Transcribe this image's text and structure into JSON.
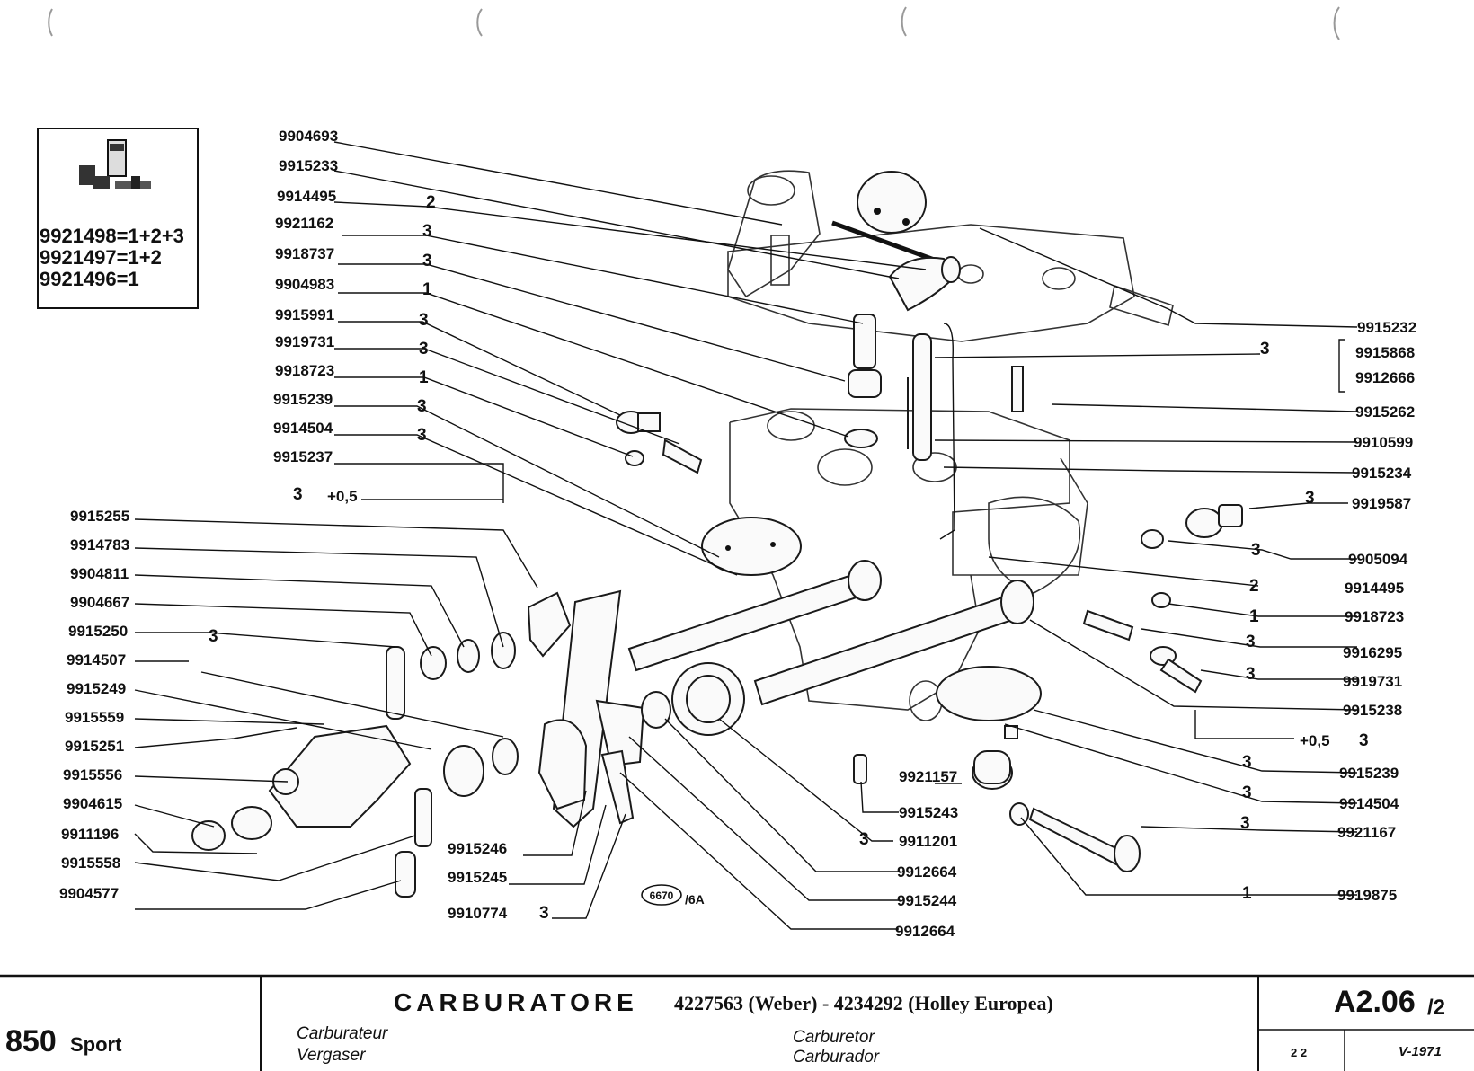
{
  "kit_box": {
    "lines": [
      "9921498=1+2+3",
      "9921497=1+2",
      "9921496=1"
    ]
  },
  "callouts_left": [
    {
      "pn": "9904693",
      "qty": ""
    },
    {
      "pn": "9915233",
      "qty": ""
    },
    {
      "pn": "9914495",
      "qty": "2"
    },
    {
      "pn": "9921162",
      "qty": "3"
    },
    {
      "pn": "9918737",
      "qty": "3"
    },
    {
      "pn": "9904983",
      "qty": "1"
    },
    {
      "pn": "9915991",
      "qty": "3"
    },
    {
      "pn": "9919731",
      "qty": "3"
    },
    {
      "pn": "9918723",
      "qty": "1"
    },
    {
      "pn": "9915239",
      "qty": "3"
    },
    {
      "pn": "9914504",
      "qty": "3"
    },
    {
      "pn": "9915237",
      "qty": ""
    }
  ],
  "callout_9915237_qty": {
    "qty": "3",
    "extra": "+0,5"
  },
  "callouts_left_lower": [
    {
      "pn": "9915255",
      "qty": ""
    },
    {
      "pn": "9914783",
      "qty": ""
    },
    {
      "pn": "9904811",
      "qty": ""
    },
    {
      "pn": "9904667",
      "qty": ""
    },
    {
      "pn": "9915250",
      "qty": "3"
    },
    {
      "pn": "9914507",
      "qty": ""
    },
    {
      "pn": "9915249",
      "qty": ""
    },
    {
      "pn": "9915559",
      "qty": ""
    },
    {
      "pn": "9915251",
      "qty": ""
    },
    {
      "pn": "9915556",
      "qty": ""
    },
    {
      "pn": "9904615",
      "qty": ""
    },
    {
      "pn": "9911196",
      "qty": ""
    },
    {
      "pn": "9915558",
      "qty": ""
    },
    {
      "pn": "9904577",
      "qty": ""
    }
  ],
  "callouts_center": [
    {
      "pn": "9915246",
      "qty": ""
    },
    {
      "pn": "9915245",
      "qty": ""
    },
    {
      "pn": "9910774",
      "qty": "3"
    }
  ],
  "callouts_middle": [
    {
      "pn": "9921157",
      "qty": ""
    },
    {
      "pn": "9915243",
      "qty": ""
    },
    {
      "pn": "9911201",
      "qty": "3"
    },
    {
      "pn": "9912664",
      "qty": ""
    },
    {
      "pn": "9915244",
      "qty": ""
    },
    {
      "pn": "9912664",
      "qty": ""
    }
  ],
  "callouts_right": [
    {
      "pn": "9915232",
      "qty": ""
    },
    {
      "pn": "9915868",
      "qty": "3"
    },
    {
      "pn": "9912666",
      "qty": ""
    },
    {
      "pn": "9915262",
      "qty": ""
    },
    {
      "pn": "9910599",
      "qty": ""
    },
    {
      "pn": "9915234",
      "qty": ""
    },
    {
      "pn": "9919587",
      "qty": "3"
    },
    {
      "pn": "9905094",
      "qty": "3"
    },
    {
      "pn": "9914495",
      "qty": "2"
    },
    {
      "pn": "9918723",
      "qty": "1"
    },
    {
      "pn": "9916295",
      "qty": "3"
    },
    {
      "pn": "9919731",
      "qty": "3"
    },
    {
      "pn": "9915238",
      "qty": ""
    },
    {
      "pn": "9915239",
      "qty": "3"
    },
    {
      "pn": "9914504",
      "qty": "3"
    },
    {
      "pn": "9921167",
      "qty": "3"
    },
    {
      "pn": "9919875",
      "qty": "1"
    }
  ],
  "callout_9915238_qty": {
    "qty": "3",
    "extra": "+0,5"
  },
  "figure_ref": {
    "code": "6670",
    "suffix": "/6A"
  },
  "footer": {
    "model": "850",
    "variant": "Sport",
    "title": "CARBURATORE",
    "subtitle": "4227563 (Weber) - 4234292 (Holley Europea)",
    "lang": {
      "fr": "Carburateur",
      "de": "Vergaser",
      "en": "Carburetor",
      "es": "Carburador"
    },
    "page_code": "A2.06",
    "page_sub": "/2",
    "small_num": "2 2",
    "date": "V-1971"
  }
}
